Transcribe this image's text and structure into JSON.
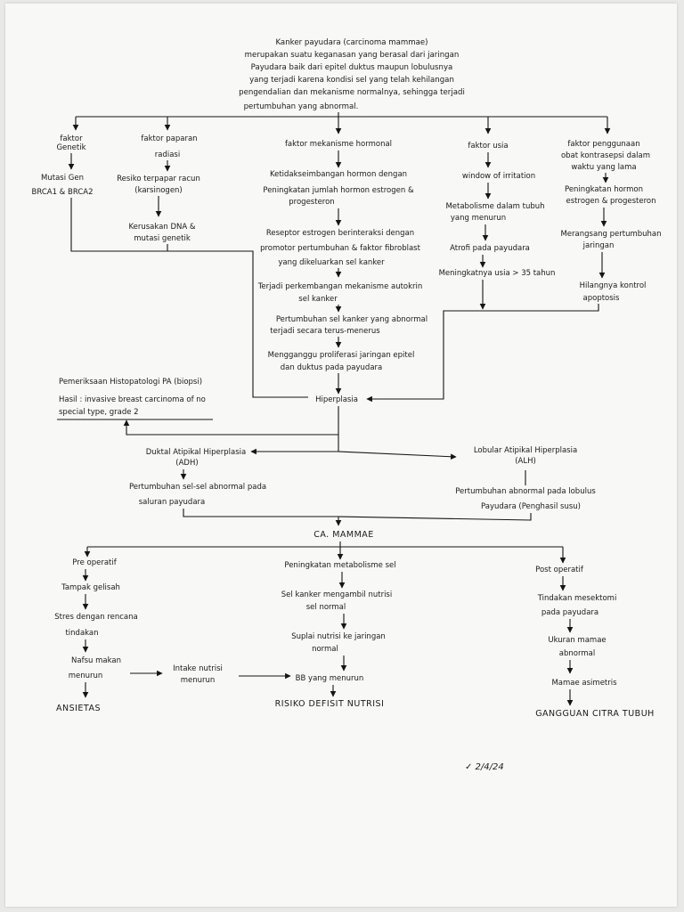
{
  "intro": [
    "Kanker payudara (carcinoma mammae)",
    "merupakan suatu keganasan yang berasal dari jaringan",
    "Payudara baik dari epitel duktus maupun lobulusnya",
    "yang terjadi karena kondisi sel yang telah kehilangan",
    "pengendalian dan mekanisme normalnya, sehingga terjadi",
    "pertumbuhan yang abnormal."
  ],
  "factors": {
    "genetik": {
      "title": [
        "faktor",
        "Genetik"
      ],
      "items": [
        [
          "Mutasi Gen",
          "BRCA1 & BRCA2"
        ]
      ]
    },
    "paparan": {
      "title": [
        "faktor paparan",
        "radiasi"
      ],
      "items": [
        [
          "Resiko terpapar racun",
          "(karsinogen)"
        ],
        [
          "Kerusakan DNA &",
          "mutasi genetik"
        ]
      ]
    },
    "hormonal": {
      "title": [
        "faktor mekanisme hormonal"
      ],
      "items": [
        [
          "Ketidakseimbangan hormon dengan",
          "Peningkatan jumlah hormon estrogen &",
          "progesteron"
        ],
        [
          "Reseptor estrogen berinteraksi dengan",
          "promotor pertumbuhan & faktor fibroblast",
          "yang dikeluarkan sel kanker"
        ],
        [
          "Terjadi perkembangan mekanisme autokrin",
          "sel kanker"
        ],
        [
          "Pertumbuhan sel kanker yang abnormal",
          "terjadi secara terus-menerus"
        ],
        [
          "Mengganggu proliferasi jaringan epitel",
          "dan duktus pada payudara"
        ]
      ]
    },
    "usia": {
      "title": [
        "faktor usia"
      ],
      "items": [
        [
          "window of irritation"
        ],
        [
          "Metabolisme dalam tubuh",
          "yang menurun"
        ],
        [
          "Atrofi pada payudara"
        ],
        [
          "Meningkatnya usia > 35 tahun"
        ]
      ]
    },
    "kontrasepsi": {
      "title": [
        "faktor penggunaan",
        "obat kontrasepsi dalam",
        "waktu yang lama"
      ],
      "items": [
        [
          "Peningkatan hormon",
          "estrogen & progesteron"
        ],
        [
          "Merangsang pertumbuhan",
          "jaringan"
        ],
        [
          "Hilangnya kontrol",
          "apoptosis"
        ]
      ]
    }
  },
  "hyperplasia": "Hiperplasia",
  "biopsy": [
    "Pemeriksaan Histopatologi PA (biopsi)",
    "Hasil : invasive breast carcinoma of no",
    "special type, grade 2"
  ],
  "adh": {
    "title": [
      "Duktal Atipikal Hiperplasia",
      "(ADH)"
    ],
    "desc": [
      "Pertumbuhan sel-sel abnormal pada",
      "saluran payudara"
    ]
  },
  "alh": {
    "title": [
      "Lobular Atipikal Hiperplasia",
      "(ALH)"
    ],
    "desc": [
      "Pertumbuhan abnormal pada lobulus",
      "Payudara (Penghasil susu)"
    ]
  },
  "ca": "CA. MAMMAE",
  "pre": {
    "title": "Pre operatif",
    "items": [
      [
        "Tampak gelisah"
      ],
      [
        "Stres dengan rencana",
        "tindakan"
      ],
      [
        "Nafsu makan",
        "menurun"
      ]
    ],
    "diagnosis": "ANSIETAS"
  },
  "intake": [
    "Intake nutrisi",
    "menurun"
  ],
  "metab": {
    "title": "Peningkatan metabolisme sel",
    "items": [
      [
        "Sel kanker mengambil nutrisi",
        "sel normal"
      ],
      [
        "Suplai nutrisi ke jaringan",
        "normal"
      ],
      [
        "BB yang menurun"
      ]
    ],
    "diagnosis": "RISIKO DEFISIT NUTRISI"
  },
  "post": {
    "title": "Post operatif",
    "items": [
      [
        "Tindakan mesektomi",
        "pada payudara"
      ],
      [
        "Ukuran mamae",
        "abnormal"
      ],
      [
        "Mamae asimetris"
      ]
    ],
    "diagnosis": "GANGGUAN CITRA TUBUH"
  },
  "signature": "✓ 2/4/24"
}
